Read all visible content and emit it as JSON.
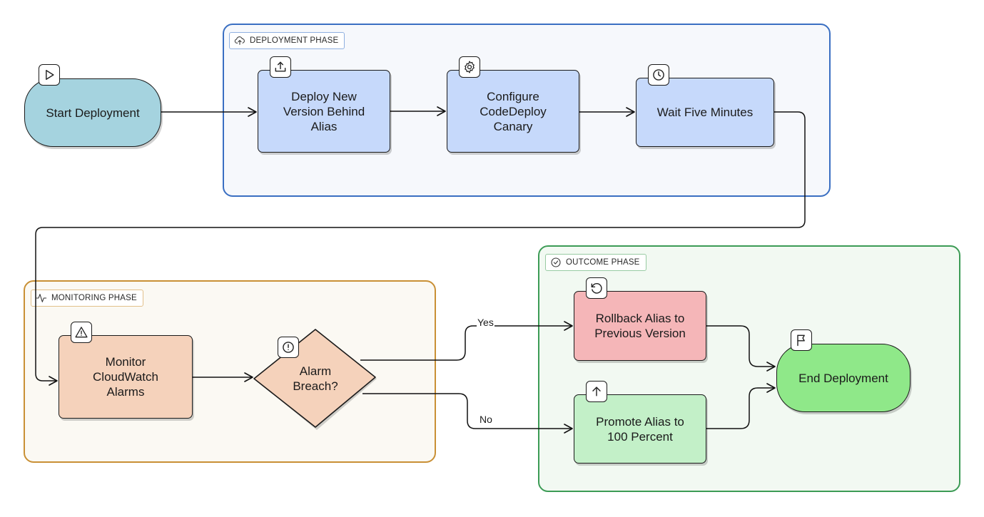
{
  "phases": {
    "deployment": {
      "label": "DEPLOYMENT PHASE",
      "icon": "cloud-upload-icon",
      "border_color": "#3a6fc2"
    },
    "monitoring": {
      "label": "MONITORING PHASE",
      "icon": "activity-icon",
      "border_color": "#c99035"
    },
    "outcome": {
      "label": "OUTCOME PHASE",
      "icon": "check-circle-icon",
      "border_color": "#3c9b55"
    }
  },
  "nodes": {
    "start": {
      "label": "Start Deployment",
      "icon": "play-icon",
      "fill": "#a5d3df"
    },
    "deploy": {
      "label": "Deploy New\nVersion Behind\nAlias",
      "icon": "upload-icon",
      "fill": "#c6d9fb"
    },
    "configure": {
      "label": "Configure\nCodeDeploy\nCanary",
      "icon": "gear-icon",
      "fill": "#c6d9fb"
    },
    "wait": {
      "label": "Wait Five Minutes",
      "icon": "clock-icon",
      "fill": "#c6d9fb"
    },
    "monitor": {
      "label": "Monitor\nCloudWatch\nAlarms",
      "icon": "warning-icon",
      "fill": "#f5d2bb"
    },
    "decision": {
      "label": "Alarm\nBreach?",
      "icon": "alert-circle-icon",
      "fill": "#f5d2bb"
    },
    "rollback": {
      "label": "Rollback Alias to\nPrevious Version",
      "icon": "rotate-ccw-icon",
      "fill": "#f5b6b8"
    },
    "promote": {
      "label": "Promote Alias to\n100 Percent",
      "icon": "arrow-up-icon",
      "fill": "#c3f0c8"
    },
    "end": {
      "label": "End Deployment",
      "icon": "flag-icon",
      "fill": "#8fe889"
    }
  },
  "edges": {
    "yes_label": "Yes",
    "no_label": "No"
  }
}
